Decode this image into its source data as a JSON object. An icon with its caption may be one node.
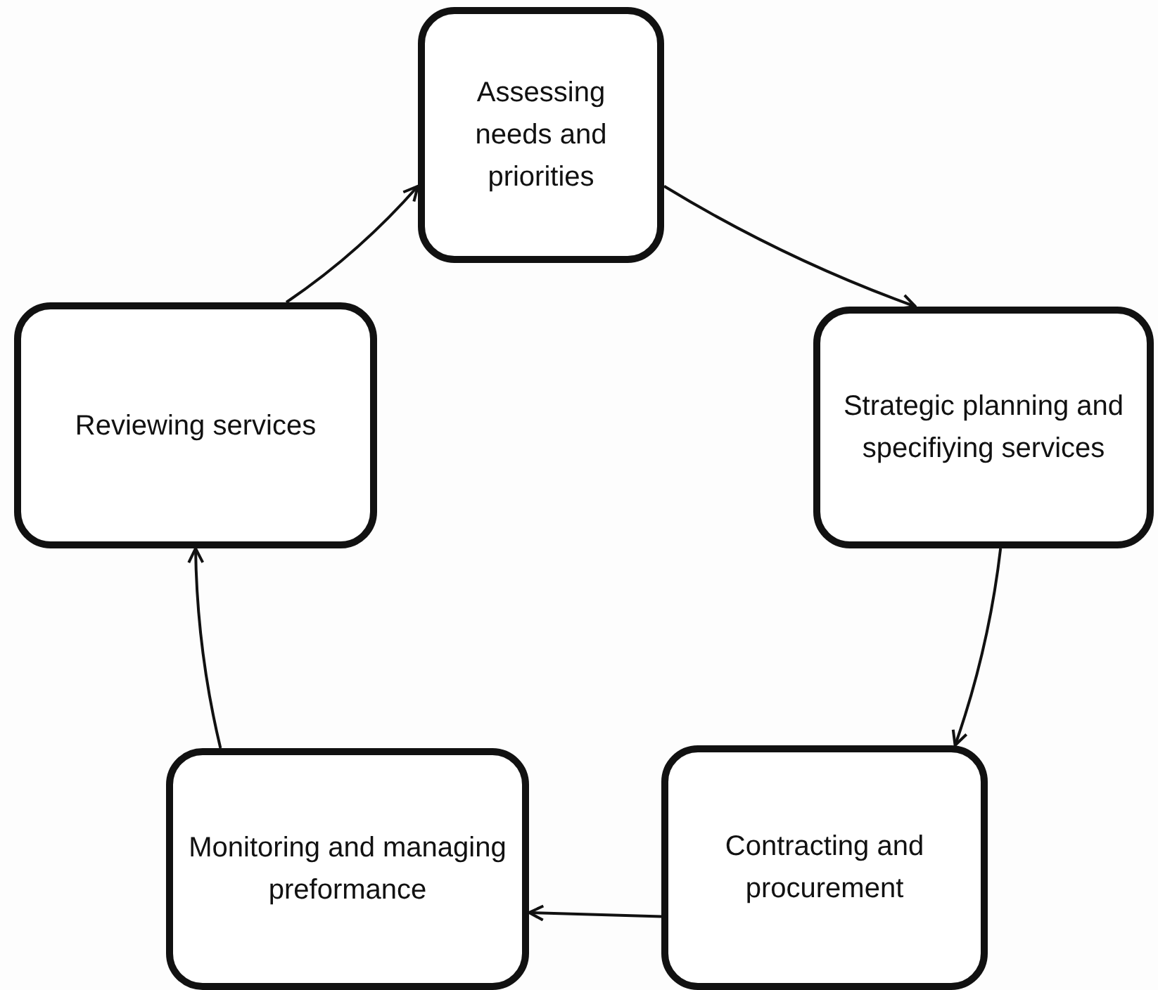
{
  "diagram": {
    "nodes": [
      {
        "text": [
          "Assessing needs and priorities"
        ]
      },
      {
        "text": [
          "Strategic planning and specifiying services"
        ]
      },
      {
        "text": [
          "Contracting and procurement"
        ]
      },
      {
        "text": [
          "Monitoring and managing preformance"
        ]
      },
      {
        "text": [
          "Reviewing services"
        ]
      }
    ],
    "edges": [
      {
        "from": 0,
        "to": 1,
        "arrow": "to"
      },
      {
        "from": 1,
        "to": 2,
        "arrow": "to"
      },
      {
        "from": 2,
        "to": 3,
        "arrow": "to"
      },
      {
        "from": 3,
        "to": 4,
        "arrow": "to"
      },
      {
        "from": 4,
        "to": 0,
        "arrow": "to"
      }
    ]
  }
}
